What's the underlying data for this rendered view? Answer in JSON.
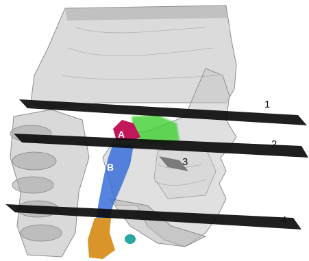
{
  "figure": {
    "plane_labels": [
      "1",
      "2",
      "3",
      "4"
    ],
    "region_labels": {
      "a": "A",
      "b": "B"
    },
    "colors": {
      "background": "#ffffff",
      "skull": "#9a9a9a",
      "plane": "#0c0c0c",
      "region_a": "#c2185b",
      "region_green": "#3ecf2e",
      "airway_blue": "#3a6fd8",
      "trachea_orange": "#d9952a",
      "small_cyan": "#2aa7a0"
    }
  }
}
